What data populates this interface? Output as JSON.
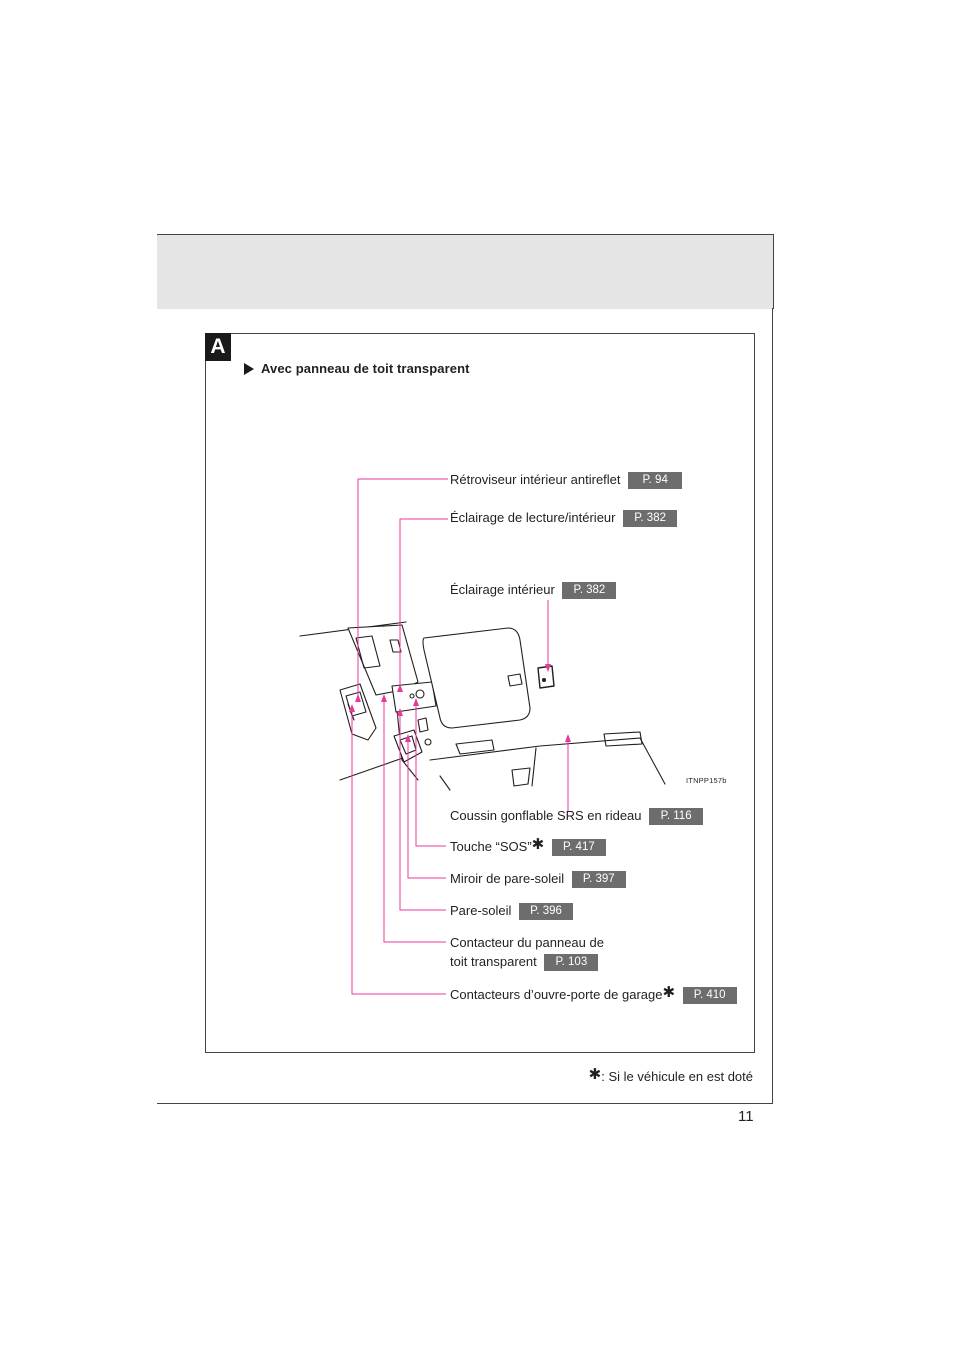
{
  "page": {
    "number": "11"
  },
  "section": {
    "tab": "A",
    "title": "Avec panneau de toit transparent"
  },
  "callouts": {
    "retroviseur": {
      "label": "Rétroviseur intérieur antireflet",
      "ref": "P. 94"
    },
    "eclairage_lecture": {
      "label": "Éclairage de lecture/intérieur",
      "ref": "P. 382"
    },
    "eclairage_interieur": {
      "label": "Éclairage intérieur",
      "ref": "P. 382"
    },
    "coussin": {
      "label": "Coussin gonflable SRS en rideau",
      "ref": "P. 116"
    },
    "touche_sos": {
      "label": "Touche “SOS”",
      "star": "✱",
      "ref": "P. 417"
    },
    "miroir": {
      "label": "Miroir de pare-soleil",
      "ref": "P. 397"
    },
    "pare_soleil": {
      "label": "Pare-soleil",
      "ref": "P. 396"
    },
    "contacteur_panneau": {
      "label_line1": "Contacteur du panneau de",
      "label_line2": "toit transparent",
      "ref": "P. 103"
    },
    "contacteurs_garage": {
      "label": "Contacteurs d’ouvre-porte de garage",
      "star": "✱",
      "ref": "P. 410"
    }
  },
  "illustration": {
    "ref_code": "ITNPP157b"
  },
  "footnote": {
    "star": "✱",
    "text": ": Si le véhicule en est doté"
  },
  "colors": {
    "leader_line": "#e8399a",
    "ref_box": "#6d6d6d",
    "tab": "#1a1a1a",
    "band": "#e5e5e5"
  }
}
